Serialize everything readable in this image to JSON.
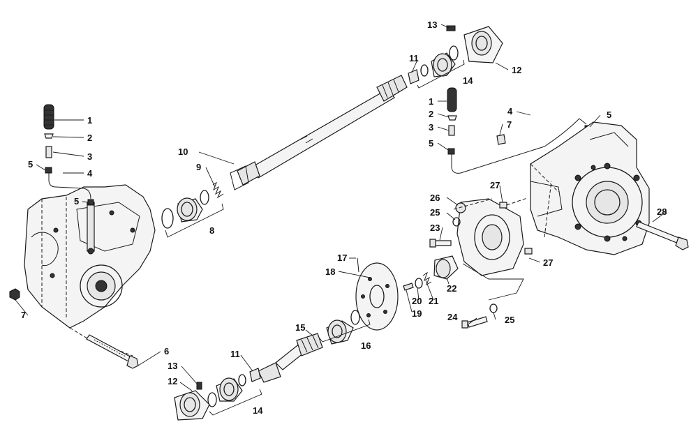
{
  "diagram": {
    "callouts": {
      "c1a": "1",
      "c2a": "2",
      "c3a": "3",
      "c5a": "5",
      "c4a": "4",
      "c5b": "5",
      "c7a": "7",
      "c6": "6",
      "c10": "10",
      "c9": "9",
      "c8": "8",
      "c11a": "11",
      "c13a": "13",
      "c12a": "12",
      "c14a": "14",
      "c1b": "1",
      "c2b": "2",
      "c3b": "3",
      "c5c": "5",
      "c4b": "4",
      "c5d": "5",
      "c7b": "7",
      "c26": "26",
      "c25a": "25",
      "c23": "23",
      "c27a": "27",
      "c27b": "27",
      "c28": "28",
      "c17": "17",
      "c18": "18",
      "c22": "22",
      "c20": "20",
      "c21": "21",
      "c19": "19",
      "c24": "24",
      "c25b": "25",
      "c15": "15",
      "c16": "16",
      "c11b": "11",
      "c13b": "13",
      "c12b": "12",
      "c14b": "14"
    }
  }
}
